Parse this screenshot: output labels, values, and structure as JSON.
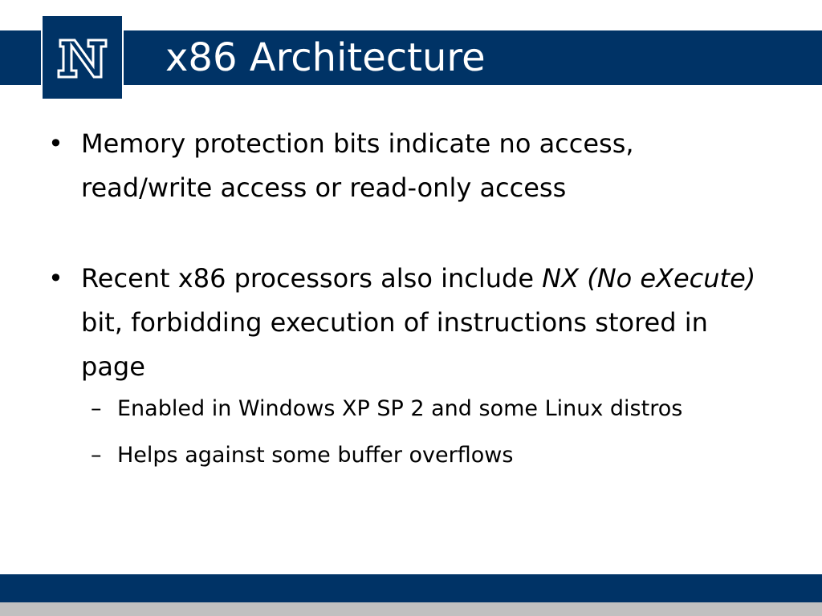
{
  "slide": {
    "title": "x86 Architecture",
    "logo": {
      "letter": "N",
      "icon": "university-n-logo-icon"
    },
    "bullets": [
      {
        "marker": "•",
        "text": "Memory protection bits indicate no access, read/write access or read-only access"
      },
      {
        "marker": "•",
        "text_before": "Recent x86 processors also include ",
        "text_italic": "NX (No eXecute)",
        "text_after": " bit, forbidding execution of instructions stored in page",
        "subitems": [
          {
            "marker": "–",
            "text": "Enabled in Windows XP SP 2 and some Linux distros"
          },
          {
            "marker": "–",
            "text": "Helps against some buffer overflows"
          }
        ]
      }
    ]
  },
  "colors": {
    "bar": "#003366",
    "footer_gray": "#c0c0c0",
    "title_text": "#ffffff"
  }
}
